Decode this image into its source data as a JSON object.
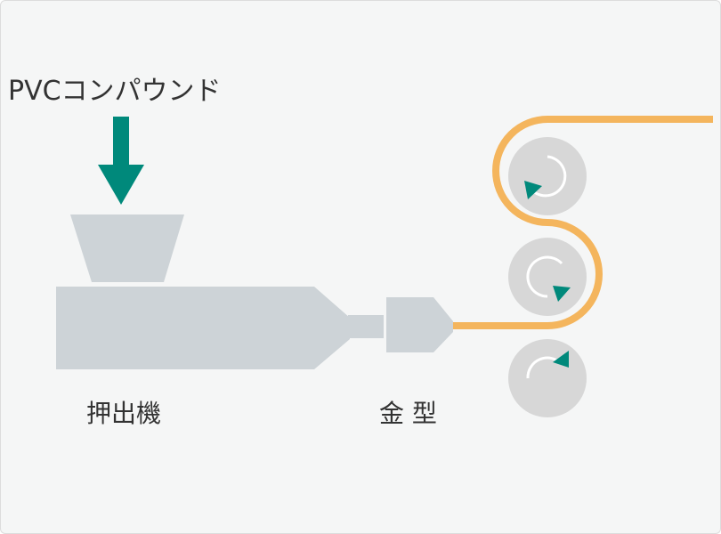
{
  "labels": {
    "input": "PVCコンパウンド",
    "extruder": "押出機",
    "die": "金 型"
  },
  "colors": {
    "background": "#f5f6f6",
    "machine": "#cdd3d7",
    "arrow": "#00897b",
    "film": "#f4b55d",
    "roll": "#d7d7d7",
    "roll_arrow": "#ffffff",
    "text": "#333333"
  },
  "icons": {
    "feed_arrow": "down-arrow-icon",
    "roll_rotation": "rotation-arrow-icon"
  }
}
